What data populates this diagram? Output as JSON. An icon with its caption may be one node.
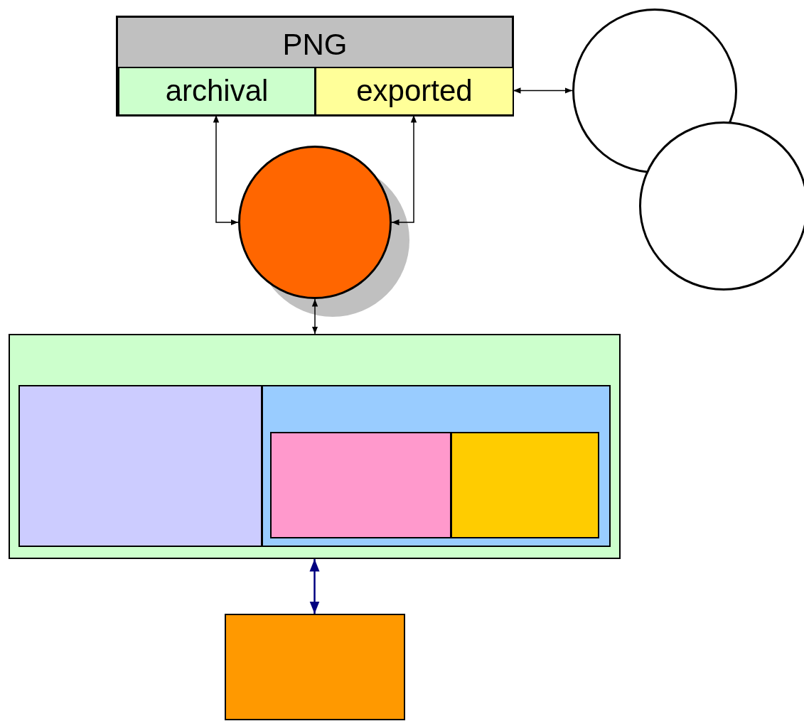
{
  "diagram": {
    "nodes": [
      {
        "text": [
          "PNG"
        ]
      },
      {
        "text": [
          "archival"
        ],
        "in": 0
      },
      {
        "text": [
          "exported"
        ],
        "in": 0
      },
      {
        "text": [],
        "shape": "circle"
      },
      {
        "text": [],
        "shape": "circle"
      },
      {
        "text": [],
        "shape": "circle"
      },
      {
        "text": [],
        "shape": "box"
      },
      {
        "text": [],
        "shape": "box",
        "in": 6
      },
      {
        "text": [],
        "shape": "box",
        "in": 6
      },
      {
        "text": [],
        "shape": "box",
        "in": 8
      },
      {
        "text": [],
        "shape": "box",
        "in": 8
      },
      {
        "text": [],
        "shape": "box"
      }
    ],
    "edges": [
      {
        "from": 2,
        "to": 3,
        "arrow": "both"
      },
      {
        "from": 1,
        "to": 5,
        "arrow": "both"
      },
      {
        "from": 2,
        "to": 5,
        "arrow": "both"
      },
      {
        "from": 5,
        "to": 6,
        "arrow": "both"
      },
      {
        "from": 6,
        "to": 11,
        "arrow": "both",
        "color": "#000080"
      }
    ]
  }
}
